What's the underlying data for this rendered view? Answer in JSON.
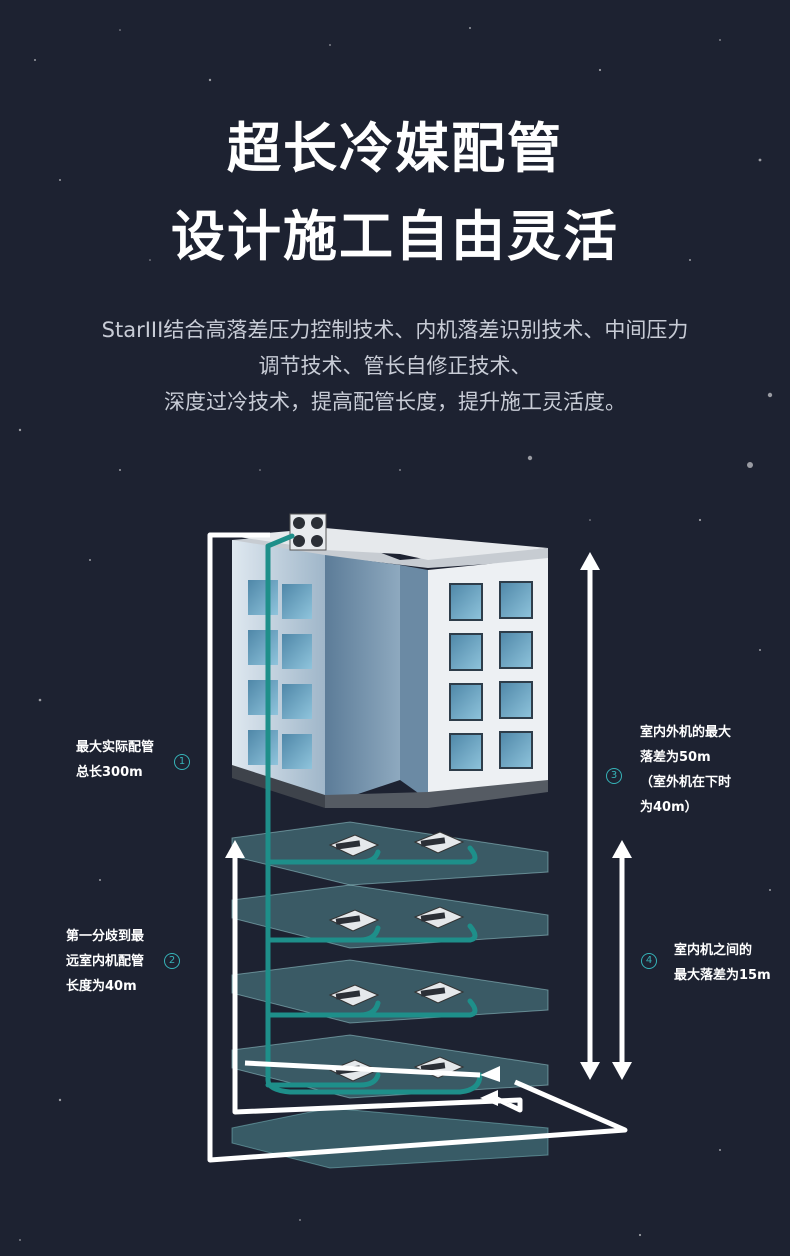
{
  "header": {
    "title_line1": "超长冷媒配管",
    "title_line2": "设计施工自由灵活"
  },
  "description": {
    "line1": "StarIII结合高落差压力控制技术、内机落差识别技术、中间压力",
    "line2": "调节技术、管长自修正技术、",
    "line3": "深度过冷技术，提高配管长度，提升施工灵活度。"
  },
  "annotations": [
    {
      "number": "1",
      "lines": [
        "最大实际配管",
        "总长300m"
      ]
    },
    {
      "number": "2",
      "lines": [
        "第一分歧到最",
        "远室内机配管",
        "长度为40m"
      ]
    },
    {
      "number": "3",
      "lines": [
        "室内外机的最大",
        "落差为50m",
        "（室外机在下时",
        "为40m）"
      ]
    },
    {
      "number": "4",
      "lines": [
        "室内机之间的",
        "最大落差为15m"
      ]
    }
  ],
  "colors": {
    "background": "#1d2231",
    "pipe": "#1e8f8a",
    "arrow": "#ffffff",
    "accent": "#36b3b8"
  },
  "icons": [
    "outdoor-unit-icon",
    "indoor-unit-icon",
    "building-icon"
  ]
}
